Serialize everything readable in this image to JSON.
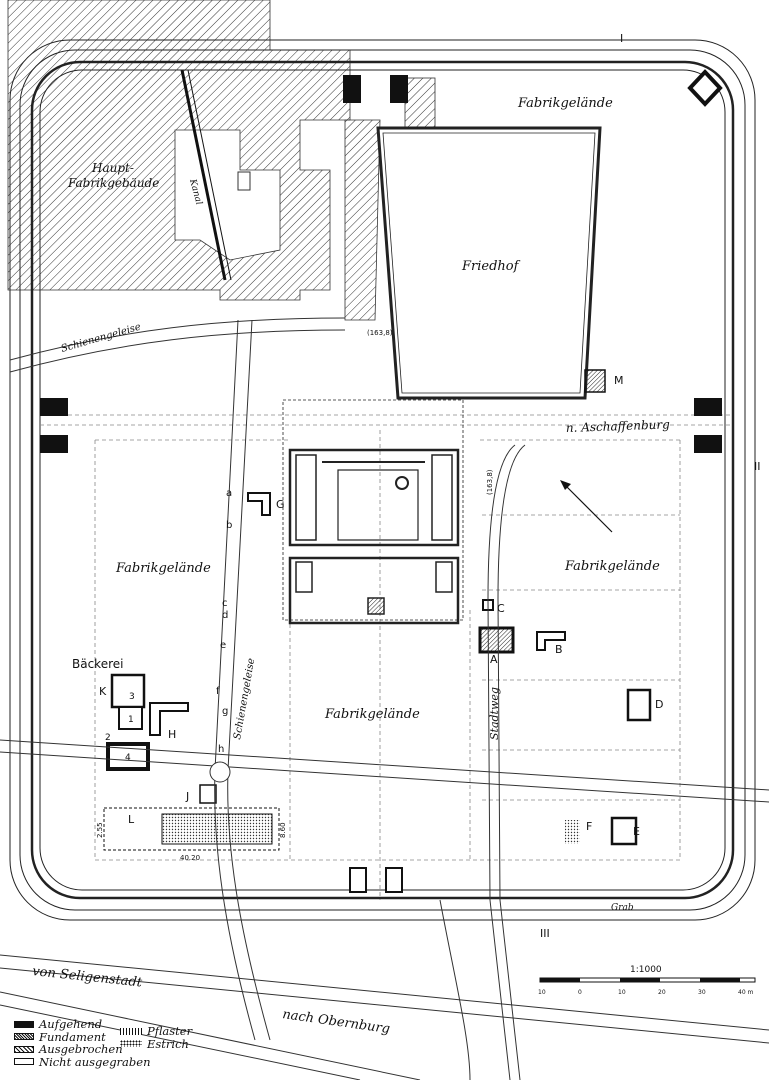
{
  "labels": {
    "fabrik_top": "Fabrikgelände",
    "haupt_line1": "Haupt-",
    "haupt_line2": "Fabrikgebäude",
    "kanal": "Kanal",
    "friedhof": "Friedhof",
    "schienengeleise_top": "Schienengeleise",
    "schienengeleise_mid": "Schienengeleise",
    "fabrik_left": "Fabrikgelände",
    "fabrik_center": "Fabrikgelände",
    "fabrik_right": "Fabrikgelände",
    "baeckerei": "Bäckerei",
    "aschaffenburg": "n. Aschaffenburg",
    "stadtweg": "Stadtweg",
    "seligenstadt": "von Seligenstadt",
    "obernburg": "nach Obernburg",
    "grab": "Grab",
    "height_val": "(163,8)",
    "height_val2": "(163,8)"
  },
  "roman": {
    "I": "I",
    "II": "II",
    "III": "III"
  },
  "buildings": {
    "A": "A",
    "B": "B",
    "C": "C",
    "D": "D",
    "E": "E",
    "F": "F",
    "G": "G",
    "H": "H",
    "J": "J",
    "K": "K",
    "L": "L",
    "M": "M"
  },
  "bakery_rooms": {
    "r1": "1",
    "r2": "2",
    "r3": "3",
    "r4": "4"
  },
  "finds": {
    "a": "a",
    "b": "b",
    "c": "c",
    "d": "d",
    "e": "e",
    "f": "f",
    "g": "g",
    "h": "h"
  },
  "dimensions": {
    "d1": "40.20",
    "d2": "8.60",
    "d3": "2.55"
  },
  "scale": {
    "ratio": "1:1000",
    "ticks": [
      "10",
      "0",
      "10",
      "20",
      "30",
      "40 m"
    ]
  },
  "legend": {
    "aufgehend": "Aufgehend",
    "fundament": "Fundament",
    "ausgebrochen": "Ausgebrochen",
    "nicht": "Nicht ausgegraben",
    "pflaster": "Pflaster",
    "estrich": "Estrich"
  }
}
